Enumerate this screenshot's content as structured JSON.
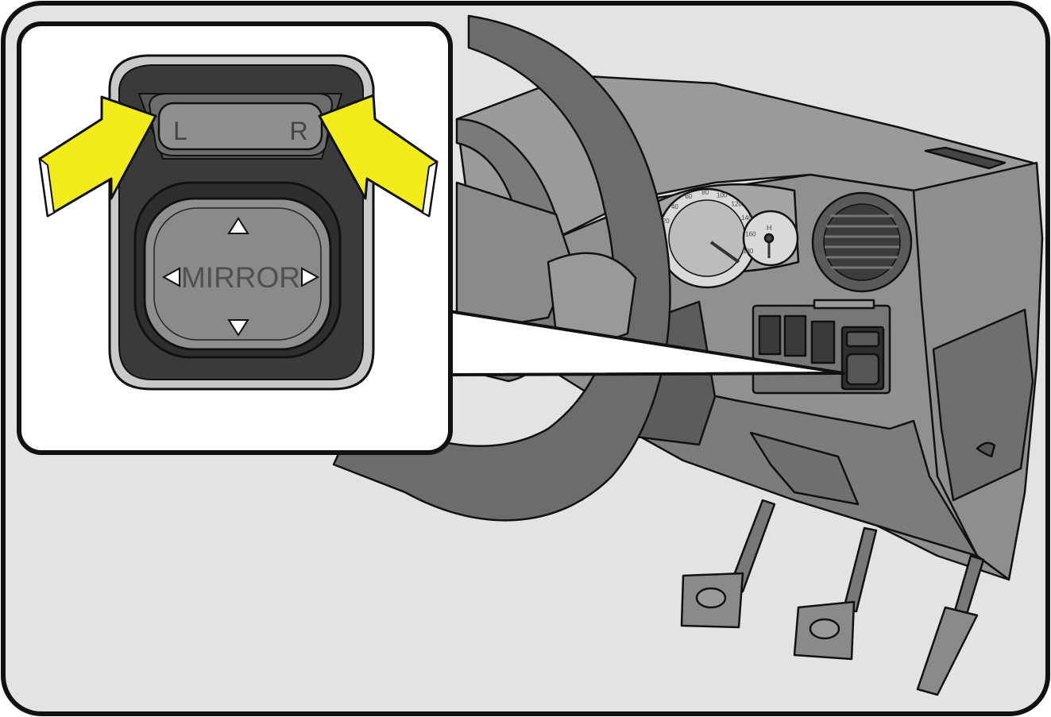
{
  "switch": {
    "left_label": "L",
    "right_label": "R",
    "knob_label": "MIRROR"
  },
  "speedometer": {
    "ticks": [
      "20",
      "40",
      "60",
      "80",
      "100",
      "120",
      "140",
      "160",
      "180"
    ]
  },
  "temperature_gauge": {
    "hot_label": "H"
  },
  "colors": {
    "background": "#e3e3e3",
    "arrow_highlight": "#f2ec1c",
    "dashboard": "#8a8a8a",
    "switch_body": "#3a3a3a"
  },
  "icons": [
    "up-arrow-icon",
    "down-arrow-icon",
    "left-arrow-icon",
    "right-arrow-icon"
  ]
}
